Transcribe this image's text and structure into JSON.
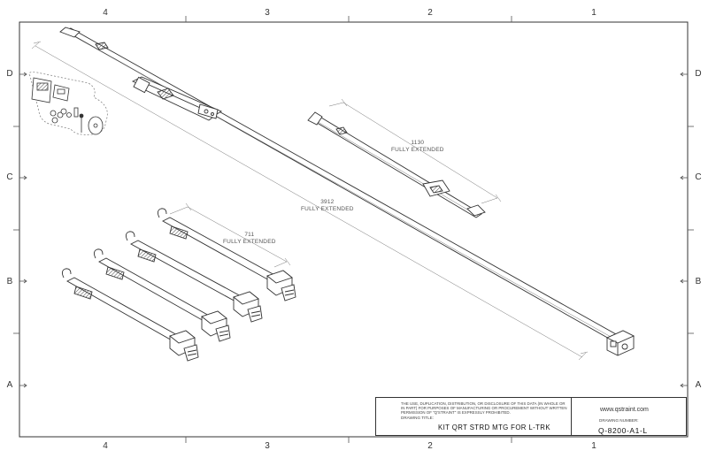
{
  "zones": {
    "columns": [
      "4",
      "3",
      "2",
      "1"
    ],
    "rows": [
      "D",
      "C",
      "B",
      "A"
    ]
  },
  "dimensions": {
    "main_strap": {
      "value": "3912",
      "note": "FULLY EXTENDED"
    },
    "medium_strap": {
      "value": "1130",
      "note": "FULLY EXTENDED"
    },
    "ratchet_strap": {
      "value": "711",
      "note": "FULLY EXTENDED"
    }
  },
  "title_block": {
    "disclaimer": "THE USE, DUPLICATION, DISTRIBUTION, OR DISCLOSURE OF THIS DATA (IN WHOLE OR IN PART) FOR PURPOSES OF MANUFACTURING OR PROCUREMENT WITHOUT WRITTEN PERMISSION OF \"Q'STRAINT\" IS EXPRESSLY PROHIBITED.",
    "drawing_title_label": "DRAWING TITLE:",
    "drawing_title": "KIT QRT STRD MTG FOR L-TRK",
    "website": "www.qstraint.com",
    "drawing_number_label": "DRAWING NUMBER:",
    "drawing_number": "Q-8200-A1-L"
  },
  "colors": {
    "line": "#333333",
    "thin_line": "#666666",
    "fill": "#ffffff",
    "hatch": "#444444"
  }
}
